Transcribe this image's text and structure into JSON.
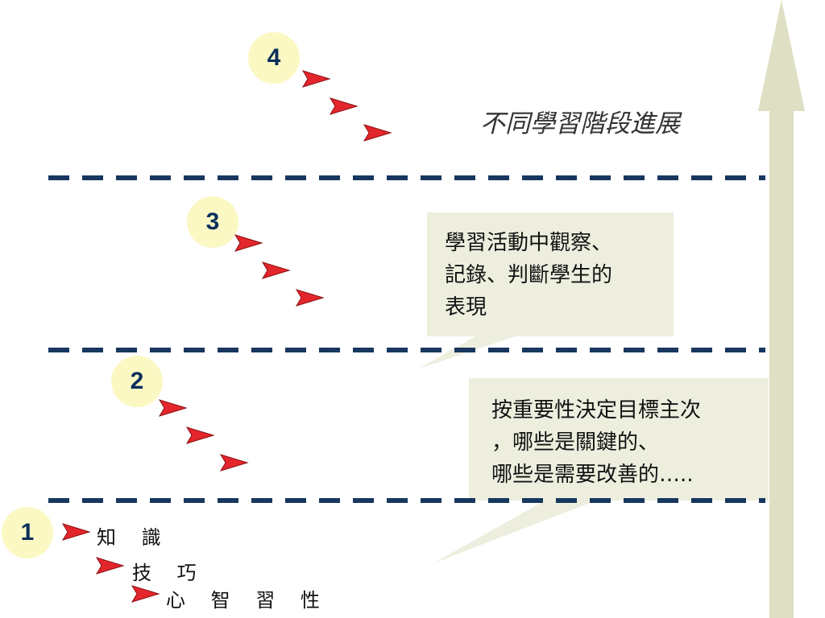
{
  "title": "不同學習階段進展",
  "stages": [
    {
      "number": "1"
    },
    {
      "number": "2"
    },
    {
      "number": "3"
    },
    {
      "number": "4"
    }
  ],
  "stage1_items": [
    "知 識",
    "技 巧",
    "心 智 習 性"
  ],
  "callout_top": {
    "lines": [
      "學習活動中觀察、",
      "記錄、判斷學生的",
      "表現"
    ]
  },
  "callout_bottom": {
    "lines": [
      "按重要性決定目標主次",
      "，哪些是關鍵的、",
      "哪些是需要改善的….."
    ]
  },
  "colors": {
    "dash": "#17375e",
    "circle": "#fbf8c4",
    "number": "#0b2f5c",
    "arrow": "#e3262b",
    "callout": "#eeeedf",
    "axis": "#dfdfc3"
  },
  "icons": {
    "stage_arrow": "red-pointer-arrow-icon",
    "axis": "up-arrow-icon"
  }
}
